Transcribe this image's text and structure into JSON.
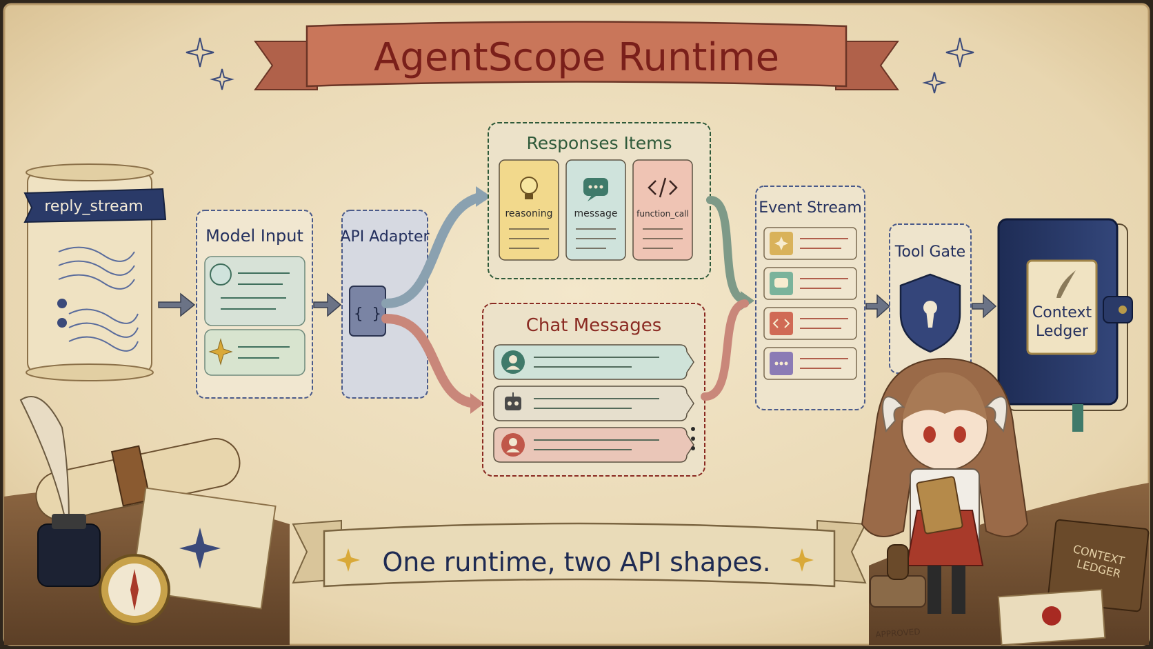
{
  "title": "AgentScope Runtime",
  "tagline": "One runtime, two API shapes.",
  "nodes": {
    "reply_stream": "reply_stream",
    "model_input": "Model Input",
    "api_adapter": "API Adapter",
    "adapter_glyph": "{ }",
    "responses_items": "Responses Items",
    "chat_messages": "Chat Messages",
    "event_stream": "Event Stream",
    "tool_gate": "Tool Gate",
    "context_ledger_line1": "Context",
    "context_ledger_line2": "Ledger"
  },
  "response_items": [
    {
      "label": "reasoning",
      "icon": "lightbulb-icon",
      "color": "#f2d98c"
    },
    {
      "label": "message",
      "icon": "chat-bubble-icon",
      "color": "#cfe3dc"
    },
    {
      "label": "function_call",
      "icon": "code-icon",
      "color": "#efc4b4"
    }
  ],
  "chat_rows": [
    {
      "role": "user",
      "icon": "user-avatar-icon",
      "color": "#cfe3d9"
    },
    {
      "role": "assistant",
      "icon": "robot-icon",
      "color": "#e6dfcd"
    },
    {
      "role": "user",
      "icon": "user-avatar-icon",
      "color": "#eac6b8"
    }
  ],
  "event_rows": [
    {
      "icon": "sparkle-icon",
      "color": "#d9b25a"
    },
    {
      "icon": "chat-bubble-icon",
      "color": "#7ab39b"
    },
    {
      "icon": "code-icon",
      "color": "#d06a55"
    },
    {
      "icon": "ellipsis-icon",
      "color": "#8b7bb5"
    }
  ],
  "props": {
    "crate_text_line1": "CONTEXT",
    "crate_text_line2": "LEDGER",
    "stamp_text": "APPROVED"
  },
  "colors": {
    "parchment": "#efe2c4",
    "ink_navy": "#24305e",
    "banner": "#c9765a",
    "title_ink": "#7a1f1a",
    "green_ink": "#2f5a3a",
    "red_ink": "#8a2a22"
  }
}
